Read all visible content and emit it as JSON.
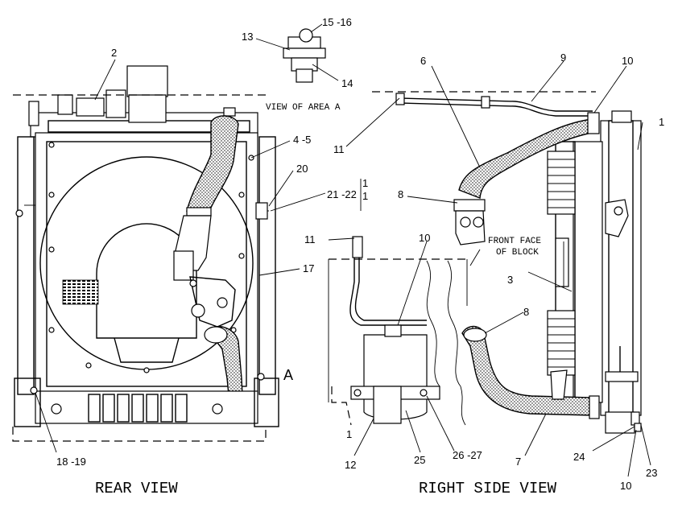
{
  "titles": {
    "rear_view": "REAR VIEW",
    "right_side_view": "RIGHT SIDE VIEW",
    "view_of_area": "VIEW OF AREA A",
    "front_face_line1": "FRONT FACE",
    "front_face_line2": "OF BLOCK",
    "area_marker": "A"
  },
  "callouts": {
    "c1_right": "1",
    "c1_bottom": "1",
    "c1_mid_a": "1",
    "c1_mid_b": "1",
    "c2": "2",
    "c3": "3",
    "c4_5": "4 -5",
    "c6": "6",
    "c7": "7",
    "c8_upper": "8",
    "c8_lower": "8",
    "c9": "9",
    "c10_top": "10",
    "c10_mid": "10",
    "c10_bottom": "10",
    "c11_top": "11",
    "c11_mid": "11",
    "c12": "12",
    "c13": "13",
    "c14": "14",
    "c15_16": "15 -16",
    "c17": "17",
    "c18_19": "18 -19",
    "c20": "20",
    "c21_22": "21 -22",
    "c23": "23",
    "c24": "24",
    "c25": "25",
    "c26_27": "26 -27"
  }
}
